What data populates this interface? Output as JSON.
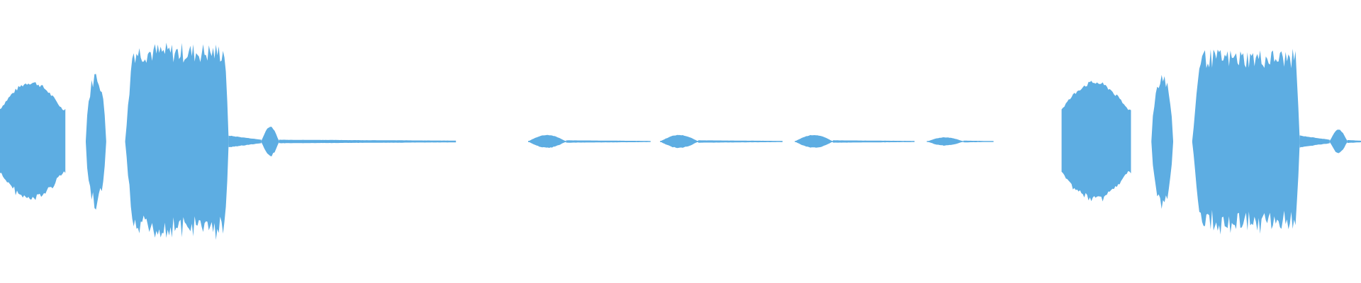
{
  "waveform": {
    "color": "#5DADE2",
    "background": "#FFFFFF",
    "segments": [
      {
        "start": 0.0,
        "end": 0.048,
        "amplitude": 0.2,
        "shape": "swell"
      },
      {
        "start": 0.063,
        "end": 0.078,
        "amplitude": 0.22,
        "shape": "spike"
      },
      {
        "start": 0.092,
        "end": 0.168,
        "amplitude": 0.3,
        "shape": "plateau"
      },
      {
        "start": 0.168,
        "end": 0.192,
        "amplitude": 0.02,
        "shape": "fade"
      },
      {
        "start": 0.192,
        "end": 0.205,
        "amplitude": 0.05,
        "shape": "blip"
      },
      {
        "start": 0.205,
        "end": 0.335,
        "amplitude": 0.006,
        "shape": "tail"
      },
      {
        "start": 0.388,
        "end": 0.416,
        "amplitude": 0.022,
        "shape": "blip"
      },
      {
        "start": 0.416,
        "end": 0.478,
        "amplitude": 0.004,
        "shape": "tail"
      },
      {
        "start": 0.485,
        "end": 0.513,
        "amplitude": 0.022,
        "shape": "blip"
      },
      {
        "start": 0.513,
        "end": 0.575,
        "amplitude": 0.004,
        "shape": "tail"
      },
      {
        "start": 0.584,
        "end": 0.612,
        "amplitude": 0.022,
        "shape": "blip"
      },
      {
        "start": 0.612,
        "end": 0.672,
        "amplitude": 0.004,
        "shape": "tail"
      },
      {
        "start": 0.681,
        "end": 0.708,
        "amplitude": 0.014,
        "shape": "blip"
      },
      {
        "start": 0.708,
        "end": 0.73,
        "amplitude": 0.003,
        "shape": "tail"
      },
      {
        "start": 0.78,
        "end": 0.831,
        "amplitude": 0.2,
        "shape": "swell"
      },
      {
        "start": 0.846,
        "end": 0.862,
        "amplitude": 0.22,
        "shape": "spike"
      },
      {
        "start": 0.876,
        "end": 0.955,
        "amplitude": 0.28,
        "shape": "plateau"
      },
      {
        "start": 0.955,
        "end": 0.977,
        "amplitude": 0.02,
        "shape": "fade"
      },
      {
        "start": 0.977,
        "end": 0.99,
        "amplitude": 0.04,
        "shape": "blip"
      },
      {
        "start": 0.99,
        "end": 1.0,
        "amplitude": 0.005,
        "shape": "tail"
      }
    ]
  }
}
